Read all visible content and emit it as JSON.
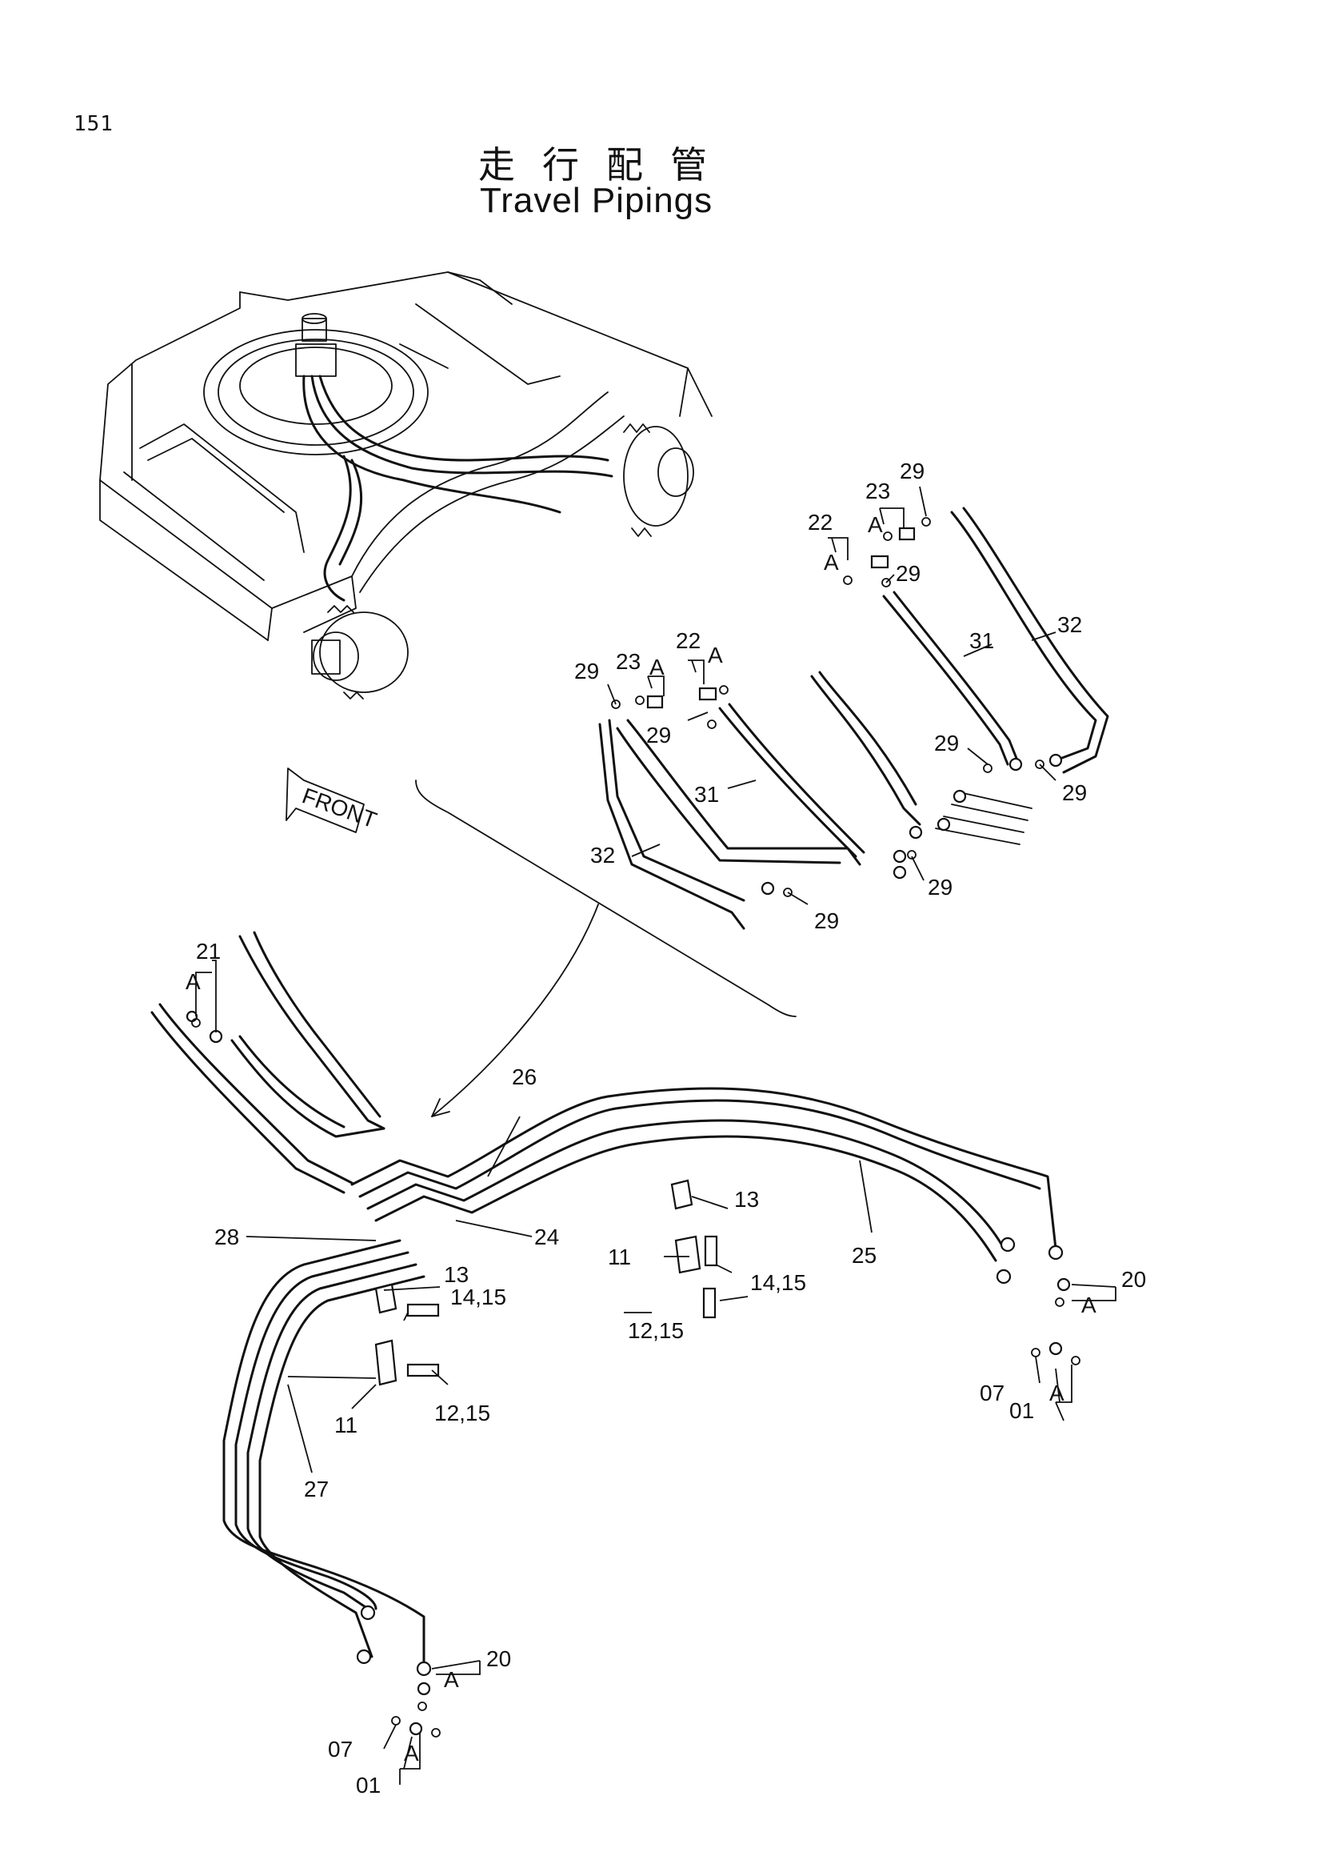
{
  "page_number": "151",
  "title_jp": "走行配管",
  "title_en": "Travel Pipings",
  "front_label": "FRONT",
  "callouts": [
    {
      "id": "c1",
      "text": "29"
    },
    {
      "id": "c2",
      "text": "23"
    },
    {
      "id": "c3",
      "text": "A"
    },
    {
      "id": "c4",
      "text": "22"
    },
    {
      "id": "c5",
      "text": "A"
    },
    {
      "id": "c6",
      "text": "29"
    },
    {
      "id": "c7",
      "text": "32"
    },
    {
      "id": "c8",
      "text": "31"
    },
    {
      "id": "c9",
      "text": "29"
    },
    {
      "id": "c10",
      "text": "23"
    },
    {
      "id": "c11",
      "text": "A"
    },
    {
      "id": "c12",
      "text": "22"
    },
    {
      "id": "c13",
      "text": "A"
    },
    {
      "id": "c14",
      "text": "29"
    },
    {
      "id": "c15",
      "text": "31"
    },
    {
      "id": "c16",
      "text": "29"
    },
    {
      "id": "c17",
      "text": "29"
    },
    {
      "id": "c18",
      "text": "32"
    },
    {
      "id": "c19",
      "text": "29"
    },
    {
      "id": "c20",
      "text": "29"
    },
    {
      "id": "c21",
      "text": "21"
    },
    {
      "id": "c22",
      "text": "A"
    },
    {
      "id": "c23",
      "text": "26"
    },
    {
      "id": "c24",
      "text": "13"
    },
    {
      "id": "c25",
      "text": "28"
    },
    {
      "id": "c26",
      "text": "24"
    },
    {
      "id": "c27",
      "text": "11"
    },
    {
      "id": "c28",
      "text": "14,15"
    },
    {
      "id": "c29",
      "text": "25"
    },
    {
      "id": "c30",
      "text": "20"
    },
    {
      "id": "c31",
      "text": "A"
    },
    {
      "id": "c32",
      "text": "13"
    },
    {
      "id": "c33",
      "text": "14,15"
    },
    {
      "id": "c34",
      "text": "12,15"
    },
    {
      "id": "c35",
      "text": "07"
    },
    {
      "id": "c36",
      "text": "A"
    },
    {
      "id": "c37",
      "text": "01"
    },
    {
      "id": "c38",
      "text": "11"
    },
    {
      "id": "c39",
      "text": "12,15"
    },
    {
      "id": "c40",
      "text": "27"
    },
    {
      "id": "c41",
      "text": "20"
    },
    {
      "id": "c42",
      "text": "A"
    },
    {
      "id": "c43",
      "text": "07"
    },
    {
      "id": "c44",
      "text": "A"
    },
    {
      "id": "c45",
      "text": "01"
    }
  ]
}
